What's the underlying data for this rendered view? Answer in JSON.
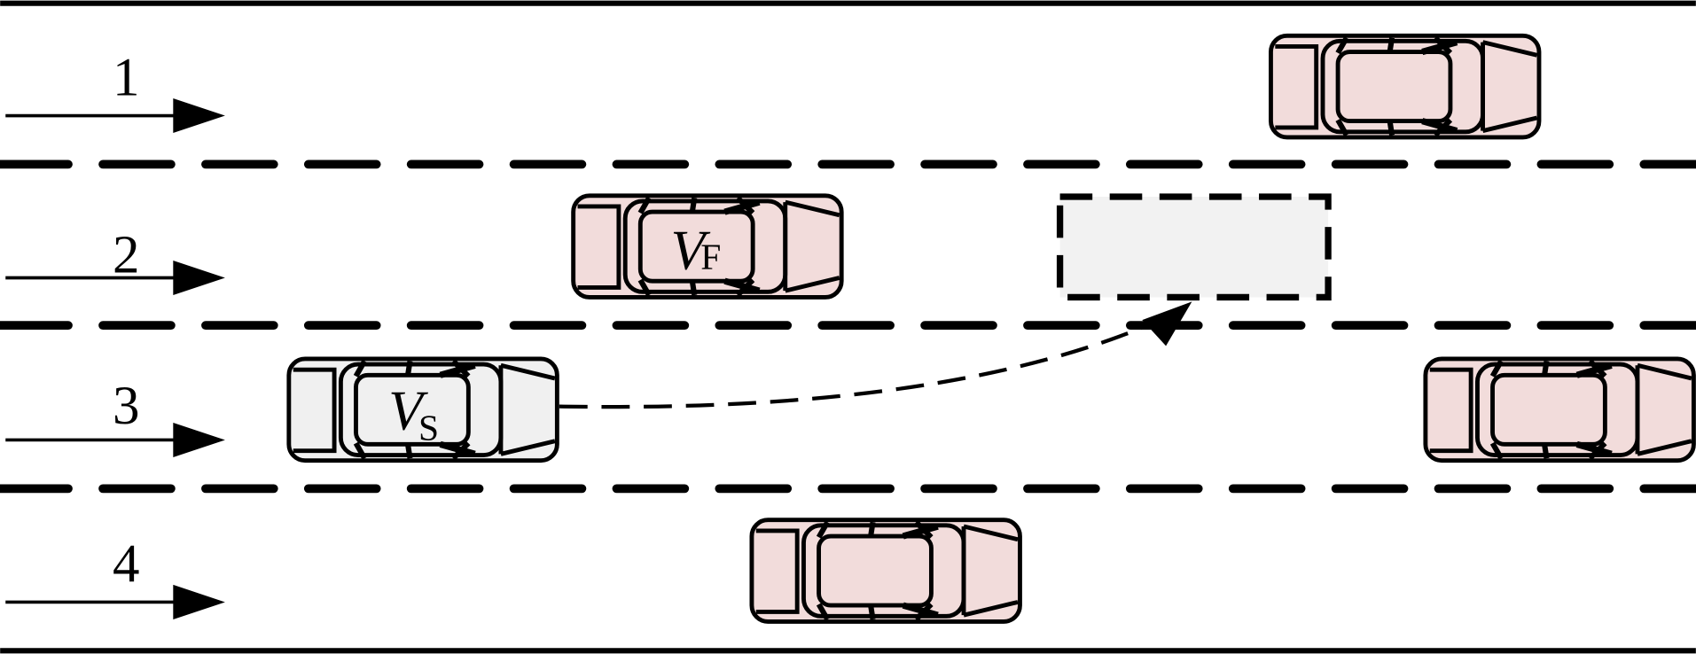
{
  "lanes": [
    {
      "number": "1"
    },
    {
      "number": "2"
    },
    {
      "number": "3"
    },
    {
      "number": "4"
    }
  ],
  "vehicles": {
    "front_vehicle": {
      "label": "V",
      "subscript": "F"
    },
    "subject_vehicle": {
      "label": "V",
      "subscript": "S"
    }
  },
  "colors": {
    "other_vehicle_fill": "#f2dcdb",
    "subject_vehicle_fill": "#f0f0f0",
    "target_gap_fill": "#f2f2f2",
    "stroke": "#000000"
  }
}
